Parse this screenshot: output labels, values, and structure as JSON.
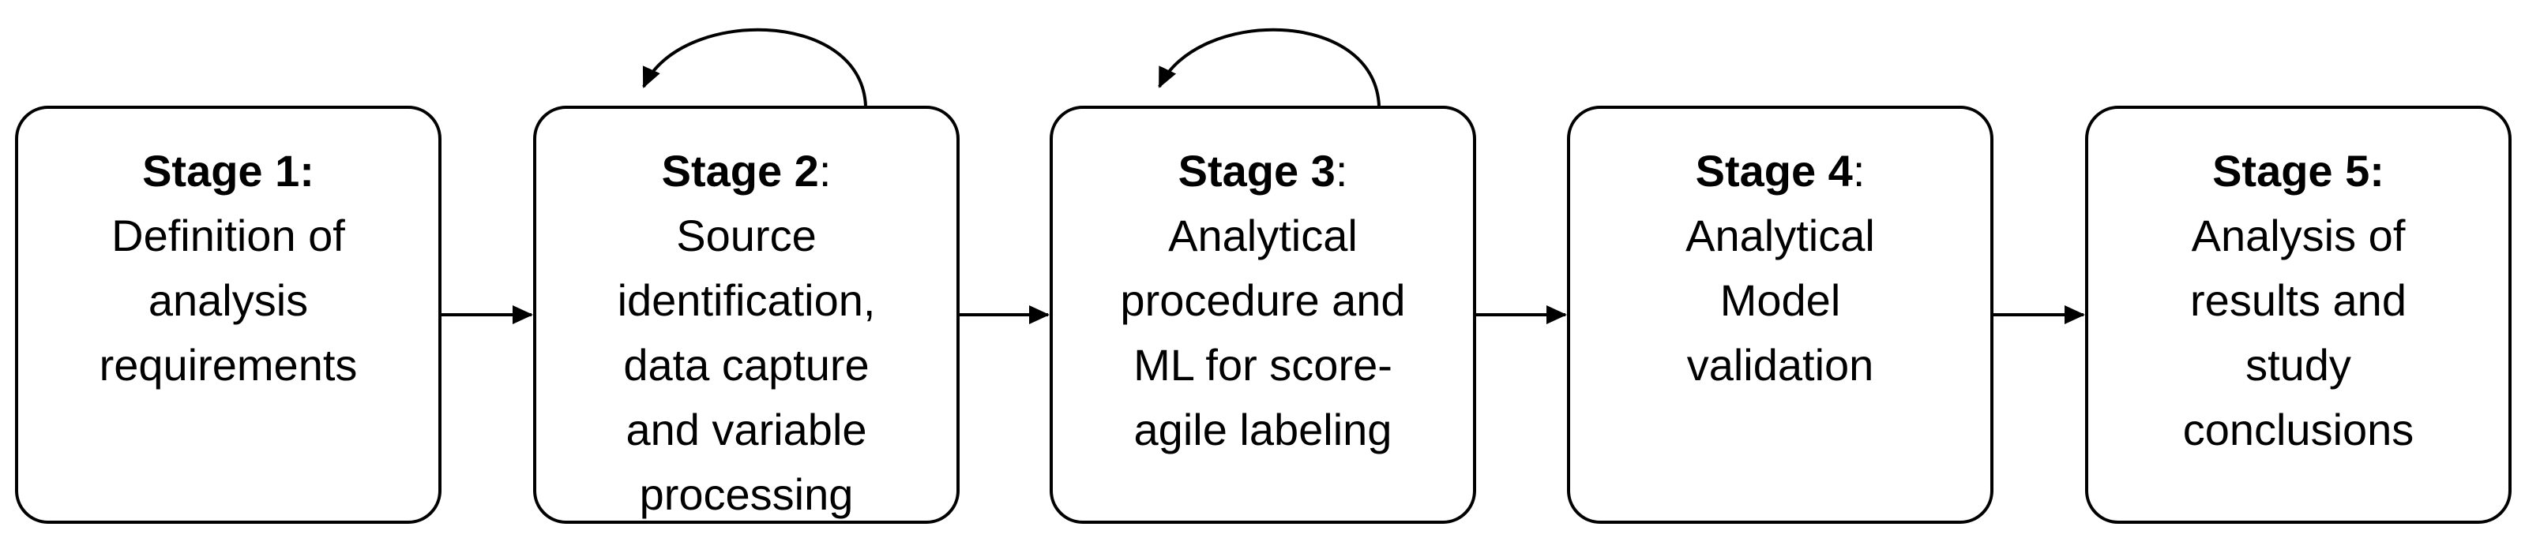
{
  "diagram": {
    "stages": [
      {
        "id": "stage-1",
        "title": "Stage 1",
        "colon": ":",
        "colon_bold": true,
        "lines": [
          "Definition of",
          "analysis",
          "requirements"
        ],
        "self_loop": false
      },
      {
        "id": "stage-2",
        "title": "Stage 2",
        "colon": ":",
        "colon_bold": false,
        "lines": [
          "Source",
          "identification,",
          "data capture",
          "and variable",
          "processing"
        ],
        "self_loop": true
      },
      {
        "id": "stage-3",
        "title": "Stage 3",
        "colon": ":",
        "colon_bold": false,
        "lines": [
          "Analytical",
          "procedure and",
          "ML for score-",
          "agile labeling"
        ],
        "self_loop": true
      },
      {
        "id": "stage-4",
        "title": "Stage 4",
        "colon": ":",
        "colon_bold": false,
        "lines": [
          "Analytical",
          "Model",
          "validation"
        ],
        "self_loop": false
      },
      {
        "id": "stage-5",
        "title": "Stage 5",
        "colon": ":",
        "colon_bold": true,
        "lines": [
          "Analysis of",
          "results and",
          "study",
          "conclusions"
        ],
        "self_loop": false
      }
    ],
    "colors": {
      "stroke": "#000000",
      "background": "#ffffff"
    }
  }
}
